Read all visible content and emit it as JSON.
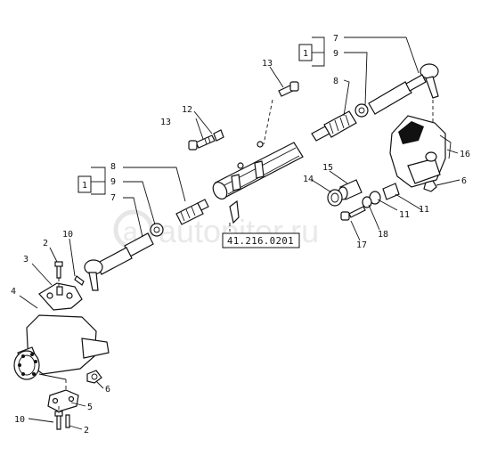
{
  "watermark": "autopiter.ru",
  "reference_code": "41.216.0201",
  "labels": {
    "l7_top": "7",
    "l9_top": "9",
    "l8_top": "8",
    "l13_top": "13",
    "l13_mid": "13",
    "l12": "12",
    "l16": "16",
    "l15": "15",
    "l14": "14",
    "l6_right": "6",
    "l11_a": "11",
    "l11_b": "11",
    "l18": "18",
    "l17": "17",
    "l8_left": "8",
    "l9_left": "9",
    "l7_left": "7",
    "l10_top": "10",
    "l2_top": "2",
    "l3": "3",
    "l4": "4",
    "l6_bottom": "6",
    "l5": "5",
    "l10_bottom": "10",
    "l2_bottom": "2"
  }
}
